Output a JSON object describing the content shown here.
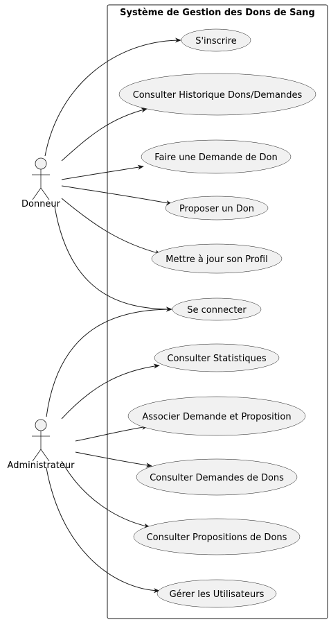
{
  "system": {
    "title": "Système de Gestion des Dons de Sang"
  },
  "actors": [
    {
      "id": "donneur",
      "label": "Donneur"
    },
    {
      "id": "administrateur",
      "label": "Administrateur"
    }
  ],
  "use_cases": [
    {
      "id": "inscrire",
      "label": "S'inscrire"
    },
    {
      "id": "historique",
      "label": "Consulter Historique Dons/Demandes"
    },
    {
      "id": "demande",
      "label": "Faire une Demande de Don"
    },
    {
      "id": "proposer",
      "label": "Proposer un Don"
    },
    {
      "id": "profil",
      "label": "Mettre à jour son Profil"
    },
    {
      "id": "connecter",
      "label": "Se connecter"
    },
    {
      "id": "statistiques",
      "label": "Consulter Statistiques"
    },
    {
      "id": "associer",
      "label": "Associer Demande et Proposition"
    },
    {
      "id": "demandes",
      "label": "Consulter Demandes de Dons"
    },
    {
      "id": "propositions",
      "label": "Consulter Propositions de Dons"
    },
    {
      "id": "utilisateurs",
      "label": "Gérer les Utilisateurs"
    }
  ],
  "associations": [
    {
      "from": "donneur",
      "to": "inscrire"
    },
    {
      "from": "donneur",
      "to": "historique"
    },
    {
      "from": "donneur",
      "to": "demande"
    },
    {
      "from": "donneur",
      "to": "proposer"
    },
    {
      "from": "donneur",
      "to": "profil"
    },
    {
      "from": "donneur",
      "to": "connecter"
    },
    {
      "from": "administrateur",
      "to": "connecter"
    },
    {
      "from": "administrateur",
      "to": "statistiques"
    },
    {
      "from": "administrateur",
      "to": "associer"
    },
    {
      "from": "administrateur",
      "to": "demandes"
    },
    {
      "from": "administrateur",
      "to": "propositions"
    },
    {
      "from": "administrateur",
      "to": "utilisateurs"
    }
  ],
  "colors": {
    "use_case_fill": "#f1f1f1",
    "stroke": "#181818"
  }
}
